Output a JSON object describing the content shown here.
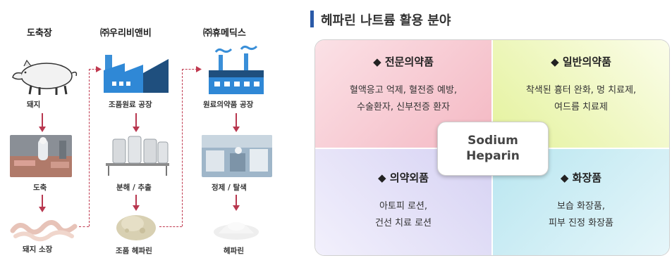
{
  "process": {
    "columns": [
      {
        "head": "도축장",
        "steps": [
          "돼지",
          "도축",
          "돼지 소장"
        ]
      },
      {
        "head": "㈜우리비앤비",
        "steps": [
          "조품원료 공장",
          "분해 / 추출",
          "조품 헤파린"
        ]
      },
      {
        "head": "㈜휴메딕스",
        "steps": [
          "원료의약품 공장",
          "정제 / 탈색",
          "헤파린"
        ]
      }
    ]
  },
  "panel": {
    "title": "헤파린 나트륨 활용 분야",
    "center": {
      "line1": "Sodium",
      "line2": "Heparin"
    },
    "quadrants": {
      "top_left": {
        "head": "◆  전문의약품",
        "lines": [
          "혈액응고 억제, 혈전증 예방,",
          "수술환자, 신부전증 환자"
        ],
        "color": "#f4b8c3"
      },
      "top_right": {
        "head": "◆  일반의약품",
        "lines": [
          "착색된 흉터 완화, 멍 치료제,",
          "여드름 치료제"
        ],
        "color": "#e8f3a8"
      },
      "bottom_left": {
        "head": "◆  의약외품",
        "lines": [
          "아토피 로션,",
          "건선 치료 로션"
        ],
        "color": "#d6d2f3"
      },
      "bottom_right": {
        "head": "◆  화장품",
        "lines": [
          "보습 화장품,",
          "피부 진정 화장품"
        ],
        "color": "#b9e6f0"
      }
    }
  }
}
